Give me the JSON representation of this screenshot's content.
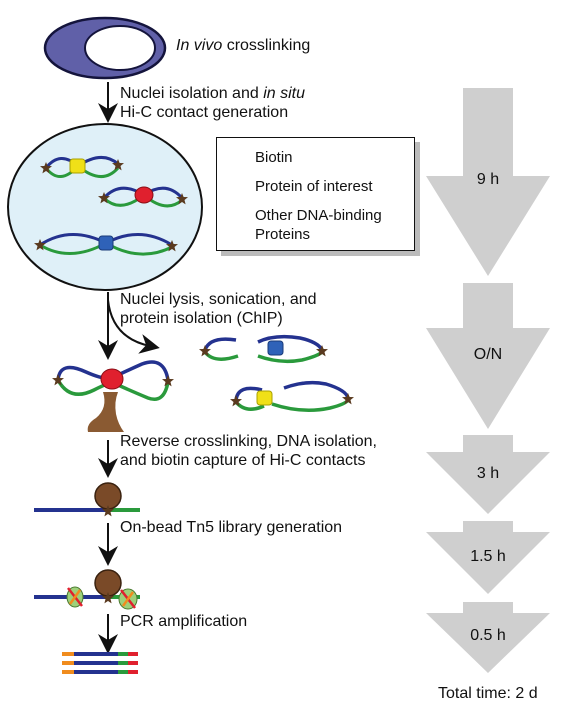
{
  "steps": {
    "s1_pre": "In vivo",
    "s1_post": " crosslinking",
    "s2_line1_pre": "Nuclei isolation and ",
    "s2_line1_em": "in situ",
    "s2_line2": "Hi-C contact generation",
    "s3_line1": "Nuclei lysis, sonication, and",
    "s3_line2": "protein isolation (ChIP)",
    "s4_line1": "Reverse crosslinking, DNA isolation,",
    "s4_line2": "and biotin capture of Hi-C contacts",
    "s5": "On-bead Tn5 library generation",
    "s6": "PCR amplification"
  },
  "legend": {
    "biotin": "Biotin",
    "protein_of_interest": "Protein of interest",
    "other_line1": "Other DNA-binding",
    "other_line2": "Proteins"
  },
  "times": {
    "t1": "9 h",
    "t2": "O/N",
    "t3": "3 h",
    "t4": "1.5 h",
    "t5": "0.5 h",
    "total": "Total time: 2 d"
  },
  "colors": {
    "dna_blue": "#24328f",
    "dna_green": "#2a9a3c",
    "protein_red": "#e0202e",
    "protein_yellow": "#f0e018",
    "protein_blue": "#2f62b8",
    "biotin_brown": "#5a3a1f",
    "bead_brown": "#7a4a28",
    "nucleus_fill": "#dff0f8",
    "cell_purple": "#6060a8",
    "time_arrow_gray": "#cfcfcf",
    "tn5_orange": "#f08c1e"
  }
}
